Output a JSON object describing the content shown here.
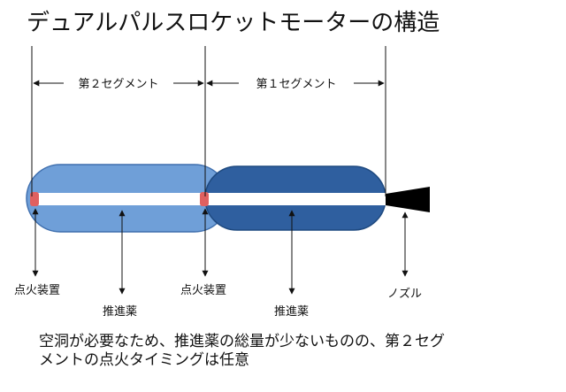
{
  "title": "デュアルパルスロケットモーターの構造",
  "segments": {
    "second": "第２セグメント",
    "first": "第１セグメント"
  },
  "labels": {
    "igniter_left": "点火装置",
    "igniter_mid": "点火装置",
    "propellant_left": "推進薬",
    "propellant_right": "推進薬",
    "nozzle": "ノズル"
  },
  "note": {
    "line1": "空洞が必要なため、推進薬の総量が少ないものの、第２セグ",
    "line2": "メントの点火タイミングは任意"
  },
  "colors": {
    "segment2_fill": "#6f9fd8",
    "segment2_stroke": "#3f6fae",
    "segment1_fill": "#2f5f9f",
    "segment1_stroke": "#1f4a80",
    "bore": "#ffffff",
    "igniter": "#e06060",
    "nozzle": "#000000"
  }
}
